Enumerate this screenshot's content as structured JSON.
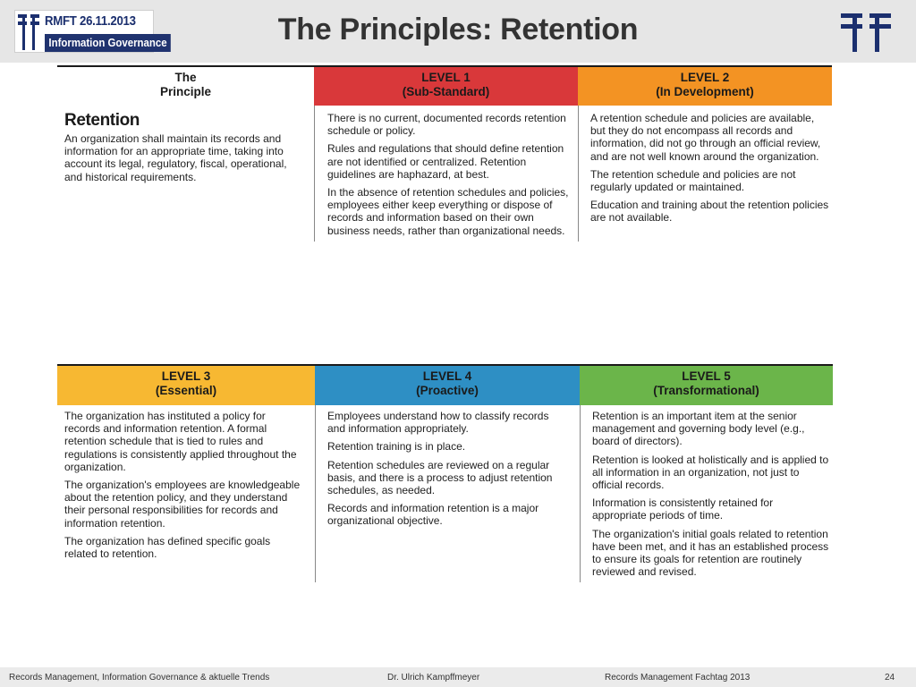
{
  "header": {
    "badge_line1": "RMFT 26.11.2013",
    "badge_line2": "Information Governance",
    "title": "The Principles: Retention"
  },
  "top_table": {
    "principle_header": "The Principle",
    "level1_name": "LEVEL 1",
    "level1_sub": "(Sub-Standard)",
    "level2_name": "LEVEL 2",
    "level2_sub": "(In Development)",
    "principle_title": "Retention",
    "principle_text": "An organization shall maintain its records and information for an appropriate time, taking into account its legal, regulatory, fiscal, operational, and historical requirements.",
    "level1_paras": [
      "There is no current, documented records retention schedule or policy.",
      "Rules and regulations that should define retention are not identified or centralized. Retention guidelines are haphazard, at best.",
      "In the absence of retention schedules and policies, employees either keep everything or dispose of records and information based on their own business needs, rather than organizational needs."
    ],
    "level2_paras": [
      "A retention schedule and policies are available, but they do not encompass all records and information, did not go through an official review, and are not well known around the organization.",
      "The retention schedule and policies are not regularly updated or maintained.",
      "Education and training about the retention policies are not available."
    ]
  },
  "bottom_table": {
    "level3_name": "LEVEL 3",
    "level3_sub": "(Essential)",
    "level4_name": "LEVEL 4",
    "level4_sub": "(Proactive)",
    "level5_name": "LEVEL 5",
    "level5_sub": "(Transformational)",
    "level3_paras": [
      "The organization has instituted a policy for records and information retention. A formal retention schedule that is tied to rules and regulations is consistently applied throughout the organization.",
      "The organization's employees are knowledgeable about the retention policy, and they understand their personal responsibilities for records and information retention.",
      "The organization has defined specific goals related to retention."
    ],
    "level4_paras": [
      "Employees understand how to classify records and information appropriately.",
      "Retention training is in place.",
      "Retention schedules are reviewed on a regular basis, and there is a process to adjust retention schedules, as needed.",
      "Records and information retention is a major organizational objective."
    ],
    "level5_paras": [
      "Retention is an important item at the senior management and governing body level (e.g., board of directors).",
      "Retention is looked at holistically and is applied to all information in an organization, not just to official records.",
      "Information is consistently retained for appropriate periods of time.",
      "The organization's initial goals related to retention have been met, and it has an established process to ensure its goals for retention are routinely reviewed and revised."
    ]
  },
  "footer": {
    "left": "Records Management, Information Governance & aktuelle Trends",
    "center": "Dr. Ulrich Kampffmeyer",
    "right": "Records Management Fachtag 2013",
    "page": "24"
  },
  "colors": {
    "level1": "#d9383a",
    "level2": "#f39323",
    "level3": "#f7b832",
    "level4": "#2e8fc4",
    "level5": "#6bb54a",
    "brand_navy": "#1b2f6e"
  }
}
